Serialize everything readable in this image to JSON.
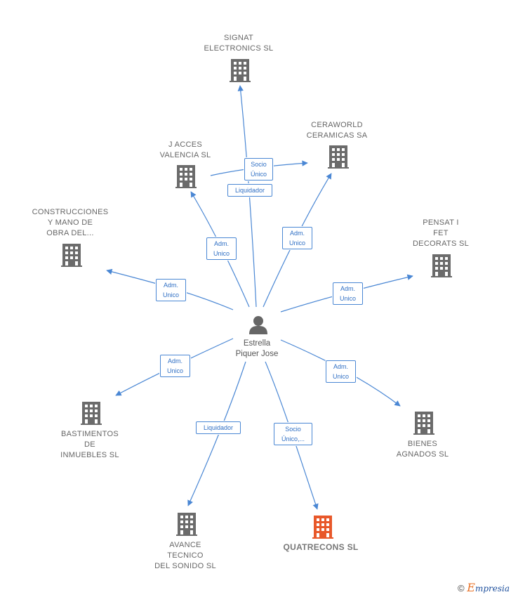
{
  "person": {
    "name": "Estrella\nPiquer Jose"
  },
  "companies": [
    {
      "id": "signat",
      "name": "SIGNAT\nELECTRONICS SL",
      "highlight": false
    },
    {
      "id": "ceraworld",
      "name": "CERAWORLD\nCERAMICAS SA",
      "highlight": false
    },
    {
      "id": "jacces",
      "name": "J ACCES\nVALENCIA SL",
      "highlight": false
    },
    {
      "id": "construcciones",
      "name": "CONSTRUCCIONES\nY MANO DE\nOBRA DEL...",
      "highlight": false
    },
    {
      "id": "pensat",
      "name": "PENSAT I\nFET\nDECORATS SL",
      "highlight": false
    },
    {
      "id": "bastimentos",
      "name": "BASTIMENTOS\nDE\nINMUEBLES SL",
      "highlight": false
    },
    {
      "id": "bienes",
      "name": "BIENES\nAGNADOS SL",
      "highlight": false
    },
    {
      "id": "avance",
      "name": "AVANCE\nTECNICO\nDEL SONIDO SL",
      "highlight": false
    },
    {
      "id": "quatrecons",
      "name": "QUATRECONS SL",
      "highlight": true
    }
  ],
  "relations": [
    {
      "target": "signat",
      "label": "Liquidador"
    },
    {
      "target": "ceraworld",
      "label": "Adm.\nUnico"
    },
    {
      "target": "jacces",
      "label": "Adm.\nUnico"
    },
    {
      "target": "jacces_ceraworld",
      "label": "Socio\nÚnico"
    },
    {
      "target": "construcciones",
      "label": "Adm.\nUnico"
    },
    {
      "target": "pensat",
      "label": "Adm.\nUnico"
    },
    {
      "target": "bastimentos",
      "label": "Adm.\nUnico"
    },
    {
      "target": "bienes",
      "label": "Adm.\nUnico"
    },
    {
      "target": "avance",
      "label": "Liquidador"
    },
    {
      "target": "quatrecons",
      "label": "Socio\nÚnico,..."
    }
  ],
  "colors": {
    "edge": "#4a87d4",
    "building": "#6b6b6b",
    "building_highlight": "#e8582a",
    "person": "#666666"
  },
  "copyright": {
    "symbol": "©",
    "brand_initial": "E",
    "brand_rest": "mpresia"
  }
}
